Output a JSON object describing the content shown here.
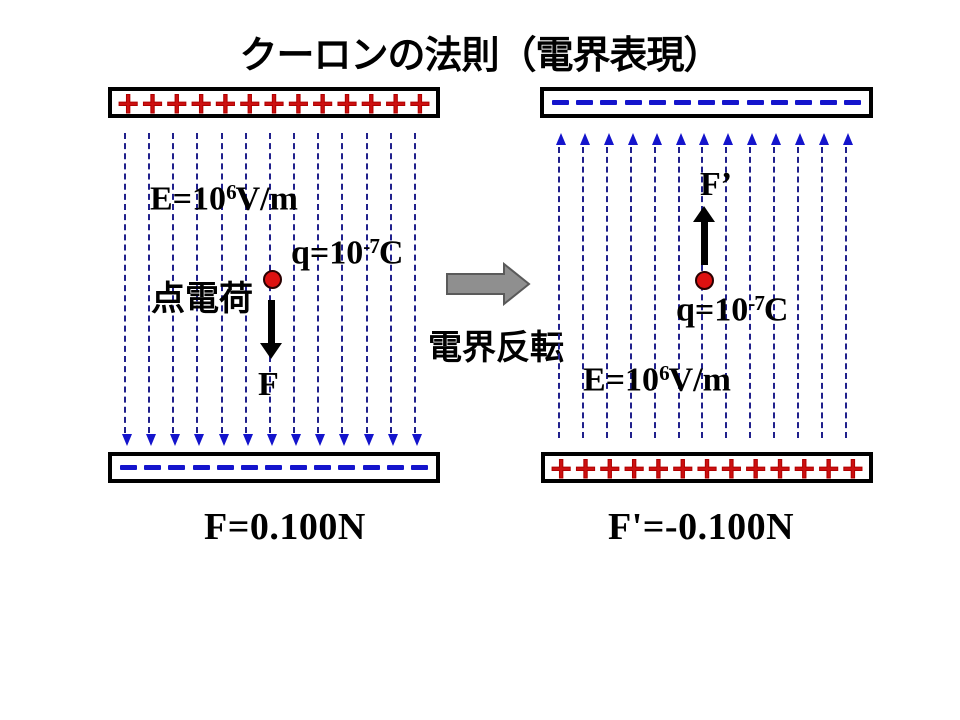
{
  "title": "クーロンの法則（電界表現）",
  "colors": {
    "plus_symbol": "#cc1010",
    "minus_symbol": "#1414cc",
    "field_line": "#20208c",
    "field_arrowhead": "#1414cc",
    "charge_fill": "#dd1111",
    "force_arrow": "#000000",
    "transition_arrow_fill": "#8f8f8f",
    "transition_arrow_stroke": "#5a5a5a",
    "text": "#000000",
    "background": "#ffffff"
  },
  "left": {
    "top_plate": {
      "polarity": "positive",
      "symbol": "+",
      "count": 13
    },
    "bottom_plate": {
      "polarity": "negative",
      "symbol": "−",
      "count": 13
    },
    "field_lines": {
      "count": 13,
      "direction": "down"
    },
    "e_label": {
      "prefix": "E=10",
      "sup": "6",
      "suffix": "V/m"
    },
    "q_label": {
      "prefix": "q=10",
      "sup": "-7",
      "suffix": "C"
    },
    "point_charge_label": "点電荷",
    "force_label": "F",
    "result": "F=0.100N"
  },
  "transition": {
    "label": "電界反転"
  },
  "right": {
    "top_plate": {
      "polarity": "negative",
      "symbol": "−",
      "count": 13
    },
    "bottom_plate": {
      "polarity": "positive",
      "symbol": "+",
      "count": 13
    },
    "field_lines": {
      "count": 13,
      "direction": "up"
    },
    "force_label": "F’",
    "q_label": {
      "prefix": "q=10",
      "sup": "-7",
      "suffix": "C"
    },
    "e_label": {
      "prefix": "E=10",
      "sup": "6",
      "suffix": "V/m"
    },
    "result": "F'=-0.100N"
  }
}
